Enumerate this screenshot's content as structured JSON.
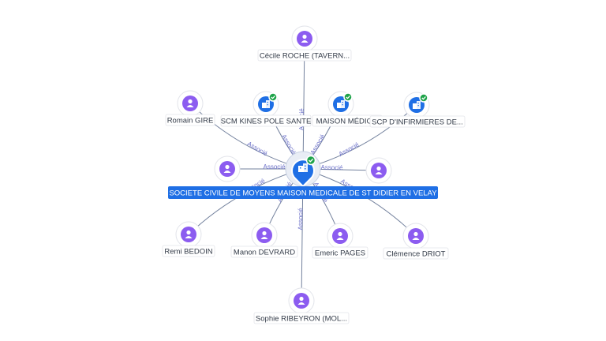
{
  "center": {
    "label": "SOCIETE CIVILE DE MOYENS MAISON MEDICALE DE ST DIDIER EN VELAY",
    "icon": "building-icon",
    "verified_icon": "check-badge-icon"
  },
  "edge_label": "Associé",
  "nodes": [
    {
      "label": "Cécile ROCHE (TAVERN...",
      "kind": "person",
      "icon": "person-icon"
    },
    {
      "label": "Romain GIRE",
      "kind": "person",
      "icon": "person-icon"
    },
    {
      "label": "SCM KINES POLE SANTE",
      "kind": "company",
      "icon": "building-icon",
      "verified": true
    },
    {
      "label": "MAISON MÉDIC...",
      "kind": "company",
      "icon": "building-icon",
      "verified": true
    },
    {
      "label": "SCP D'INFIRMIERES DE...",
      "kind": "company",
      "icon": "building-icon",
      "verified": true
    },
    {
      "label": "",
      "kind": "person",
      "icon": "person-icon"
    },
    {
      "label": "",
      "kind": "person",
      "icon": "person-icon"
    },
    {
      "label": "Remi BEDOIN",
      "kind": "person",
      "icon": "person-icon"
    },
    {
      "label": "Manon DEVRARD",
      "kind": "person",
      "icon": "person-icon"
    },
    {
      "label": "Emeric PAGES",
      "kind": "person",
      "icon": "person-icon"
    },
    {
      "label": "Clémence DRIOT",
      "kind": "person",
      "icon": "person-icon"
    },
    {
      "label": "Sophie RIBEYRON (MOL...",
      "kind": "person",
      "icon": "person-icon"
    }
  ],
  "colors": {
    "person": "#8c5cf0",
    "company": "#1f6fe5",
    "verified": "#1fa34a",
    "edge": "#5b6b8c",
    "edge_label": "#6a6fc8"
  }
}
